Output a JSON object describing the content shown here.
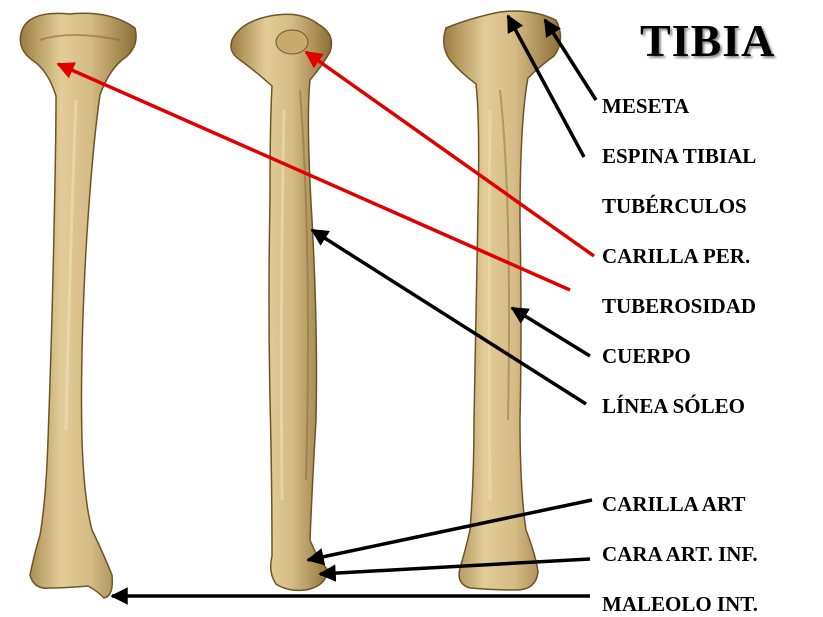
{
  "title": "TIBIA",
  "labels": {
    "meseta": "MESETA",
    "espina_tibial": "ESPINA TIBIAL",
    "tuberculos": "TUBÉRCULOS",
    "carilla_per": "CARILLA PER.",
    "tuberosidad": "TUBEROSIDAD",
    "cuerpo": "CUERPO",
    "linea_soleo": "LÍNEA SÓLEO",
    "carilla_art": "CARILLA ART",
    "cara_art_inf": "CARA ART. INF.",
    "maleolo_int": "MALEOLO INT."
  },
  "colors": {
    "bone_fill": "#d9c08a",
    "bone_shade": "#a8884c",
    "bone_edge": "#6e5526",
    "leader_black": "#000000",
    "leader_red": "#e00000",
    "background": "#ffffff"
  }
}
